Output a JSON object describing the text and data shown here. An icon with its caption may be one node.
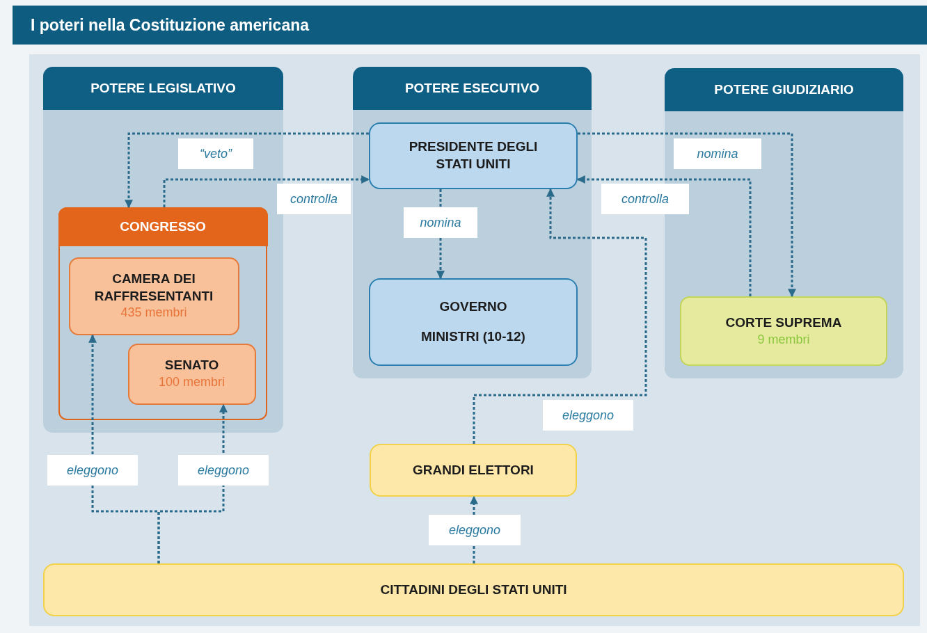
{
  "diagram": {
    "title": "I poteri nella Costituzione americana",
    "nodes": [
      {
        "text": [
          "POTERE LEGISLATIVO"
        ]
      },
      {
        "text": [
          "CONGRESSO"
        ],
        "in": 0
      },
      {
        "text": [
          "CAMERA DEI RAFFRESENTANTI",
          "435 membri"
        ],
        "in": 1
      },
      {
        "text": [
          "SENATO",
          "100 membri"
        ],
        "in": 1
      },
      {
        "text": [
          "POTERE ESECUTIVO"
        ]
      },
      {
        "text": [
          "PRESIDENTE DEGLI STATI UNITI"
        ],
        "in": 4
      },
      {
        "text": [
          "GOVERNO",
          "MINISTRI (10-12)"
        ],
        "in": 4
      },
      {
        "text": [
          "POTERE GIUDIZIARIO"
        ]
      },
      {
        "text": [
          "CORTE SUPREMA",
          "9 membri"
        ],
        "in": 7
      },
      {
        "text": [
          "GRANDI ELETTORI"
        ]
      },
      {
        "text": [
          "CITTADINI DEGLI STATI UNITI"
        ]
      }
    ],
    "edges": [
      {
        "from": 5,
        "to": 1,
        "arrow": "to",
        "label": "“veto”"
      },
      {
        "from": 1,
        "to": 5,
        "arrow": "to",
        "label": "controlla"
      },
      {
        "from": 5,
        "to": 6,
        "arrow": "to",
        "label": "nomina"
      },
      {
        "from": 5,
        "to": 8,
        "arrow": "to",
        "label": "nomina"
      },
      {
        "from": 8,
        "to": 5,
        "arrow": "to",
        "label": "controlla"
      },
      {
        "from": 9,
        "to": 5,
        "arrow": "to",
        "label": "eleggono"
      },
      {
        "from": 10,
        "to": 2,
        "arrow": "to",
        "label": "eleggono"
      },
      {
        "from": 10,
        "to": 3,
        "arrow": "to",
        "label": "eleggono"
      },
      {
        "from": 10,
        "to": 9,
        "arrow": "to",
        "label": "eleggono"
      }
    ]
  }
}
